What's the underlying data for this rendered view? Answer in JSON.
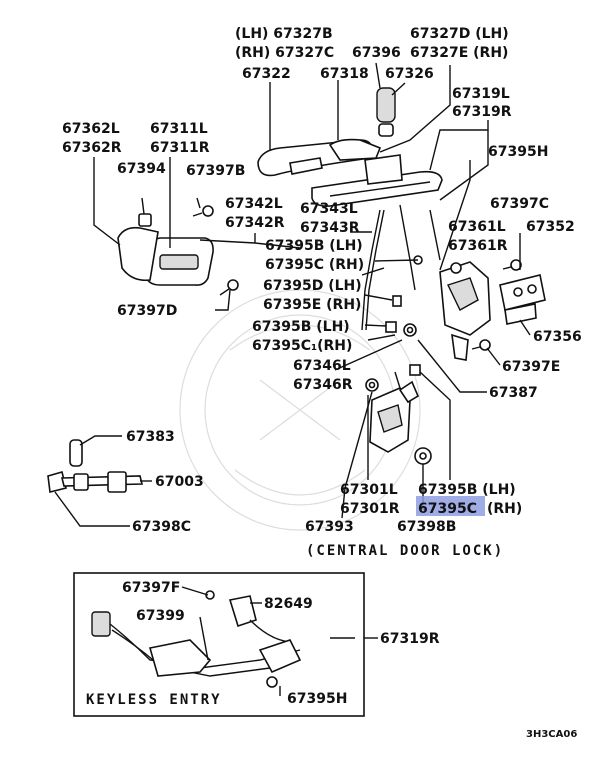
{
  "labels": {
    "lh_67327b": "(LH) 67327B",
    "rh_67327c": "(RH) 67327C",
    "p67327d": "67327D (LH)",
    "p67327e": "67327E (RH)",
    "p67396": "67396",
    "p67322": "67322",
    "p67318": "67318",
    "p67326": "67326",
    "p67319l": "67319L",
    "p67319r": "67319R",
    "p67362l": "67362L",
    "p67362r": "67362R",
    "p67311l": "67311L",
    "p67311r": "67311R",
    "p67395h_top": "67395H",
    "p67394": "67394",
    "p67397b": "67397B",
    "p67342l": "67342L",
    "p67342r": "67342R",
    "p67343l": "67343L",
    "p67343r": "67343R",
    "p67397c": "67397C",
    "p67361l": "67361L",
    "p67361r": "67361R",
    "p67352": "67352",
    "p67395b_lh_1": "67395B (LH)",
    "p67395c_rh_1": "67395C (RH)",
    "p67395d_lh": "67395D (LH)",
    "p67395e_rh": "67395E (RH)",
    "p67397d": "67397D",
    "p67395b_lh_2": "67395B (LH)",
    "p67395c1_rh": "67395C₁(RH)",
    "p67356": "67356",
    "p67397e": "67397E",
    "p67346l": "67346L",
    "p67346r": "67346R",
    "p67387": "67387",
    "p67383": "67383",
    "p67003": "67003",
    "p67398c": "67398C",
    "p67301l": "67301L",
    "p67301r": "67301R",
    "p67393": "67393",
    "p67395b_lh_3": "67395B (LH)",
    "p67395c_hl": "67395C",
    "p67395c_rh_suffix": "(RH)",
    "p67398b": "67398B",
    "central_door_lock": "(CENTRAL DOOR LOCK)",
    "p67397f": "67397F",
    "p82649": "82649",
    "p67399": "67399",
    "p67319r_bottom": "67319R",
    "keyless_entry": "KEYLESS ENTRY",
    "p67395h_bottom": "67395H",
    "diagram_code": "3H3CA06"
  },
  "highlight_color": "#8f9de0"
}
